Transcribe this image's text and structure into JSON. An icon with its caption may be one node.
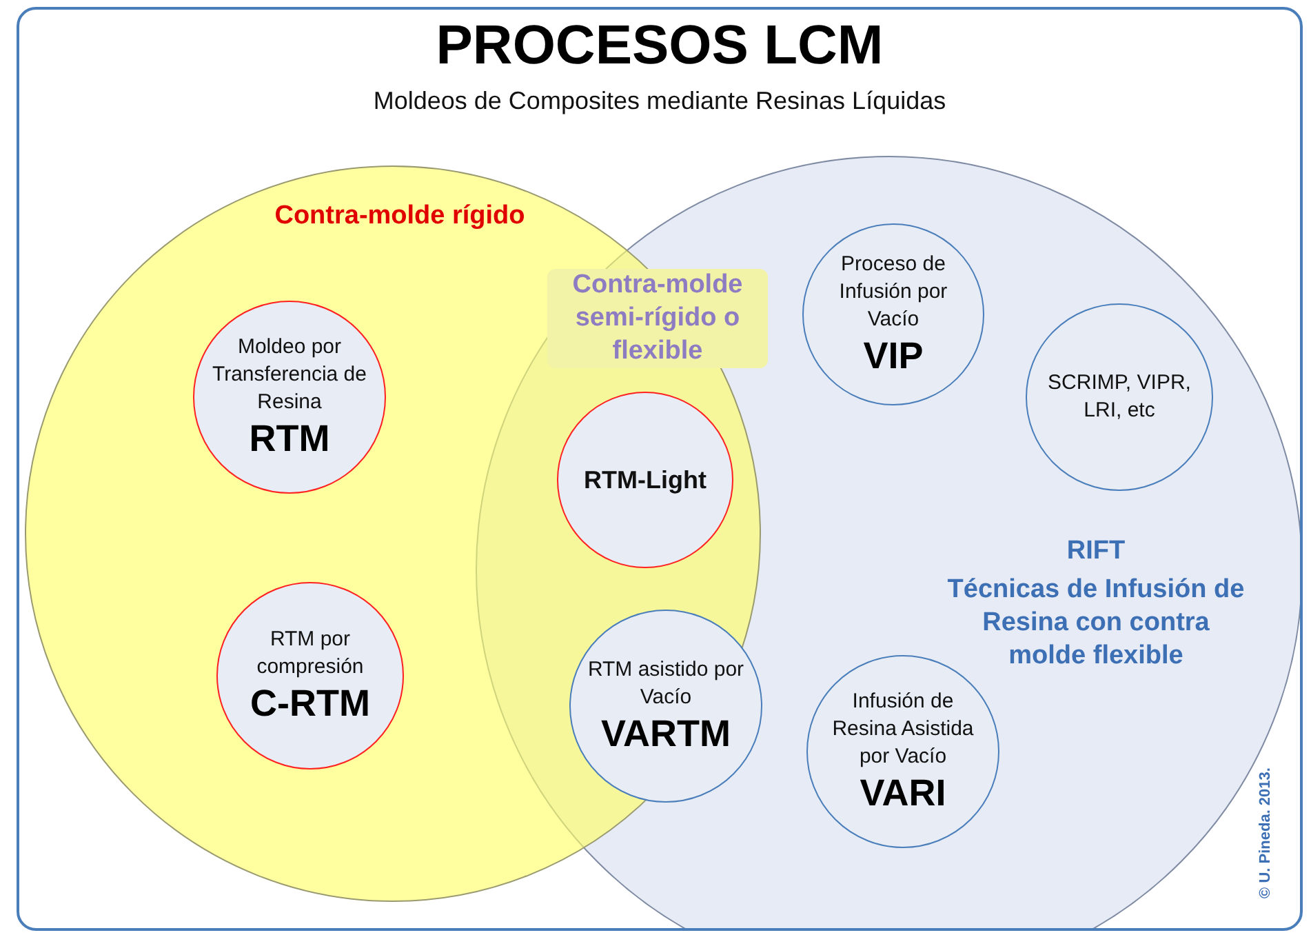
{
  "diagram": {
    "title": "PROCESOS LCM",
    "nodes": [
      {
        "text": [
          "Contra-molde rígido"
        ]
      },
      {
        "text": [
          "RIFT",
          "Técnicas de Infusión de Resina con contra molde flexible"
        ]
      },
      {
        "text": [
          "Moldeo por Transferencia de Resina",
          "RTM"
        ],
        "in": 0
      },
      {
        "text": [
          "RTM por compresión",
          "C-RTM"
        ],
        "in": 0
      },
      {
        "text": [
          "RTM-Light"
        ]
      },
      {
        "text": [
          "RTM asistido por Vacío",
          "VARTM"
        ]
      },
      {
        "text": [
          "Proceso de Infusión por Vacío",
          "VIP"
        ],
        "in": 1
      },
      {
        "text": [
          "SCRIMP, VIPR, LRI, etc"
        ],
        "in": 1
      },
      {
        "text": [
          "Infusión de Resina Asistida por Vacío",
          "VARI"
        ],
        "in": 1
      }
    ],
    "labels": [
      "Moldeos de Composites mediante Resinas Líquidas",
      "Contra-molde semi-rígido o flexible",
      "© U. Pineda. 2013."
    ]
  }
}
